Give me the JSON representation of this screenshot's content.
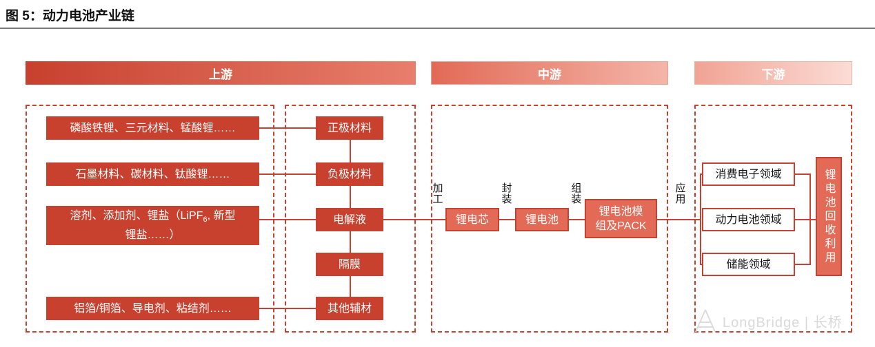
{
  "title": "图 5：动力电池产业链",
  "sections": {
    "upstream": "上游",
    "midstream": "中游",
    "downstream": "下游"
  },
  "raw_materials": {
    "cathode": "磷酸铁锂、三元材料、锰酸锂……",
    "anode": "石墨材料、碳材料、钛酸锂……",
    "electrolyte_line1_prefix": "溶剂、添加剂、锂盐（LiPF",
    "electrolyte_subscript": "6",
    "electrolyte_line1_suffix": ", 新型",
    "electrolyte_line2": "锂盐……）",
    "auxiliary": "铝箔/铜箔、导电剂、粘结剂……"
  },
  "materials": {
    "cathode": "正极材料",
    "anode": "负极材料",
    "electrolyte": "电解液",
    "separator": "隔膜",
    "other": "其他辅材"
  },
  "process_labels": {
    "process": "加工",
    "package": "封装",
    "assemble": "组装",
    "apply": "应用"
  },
  "midstream": {
    "cell": "锂电芯",
    "battery": "锂电池",
    "module_line1": "锂电池模",
    "module_line2": "组及PACK"
  },
  "downstream": {
    "consumer": "消费电子领域",
    "power": "动力电池领域",
    "storage": "储能领域",
    "recycle": "锂电池回收利用"
  },
  "watermark": "LongBridge | 长桥"
}
